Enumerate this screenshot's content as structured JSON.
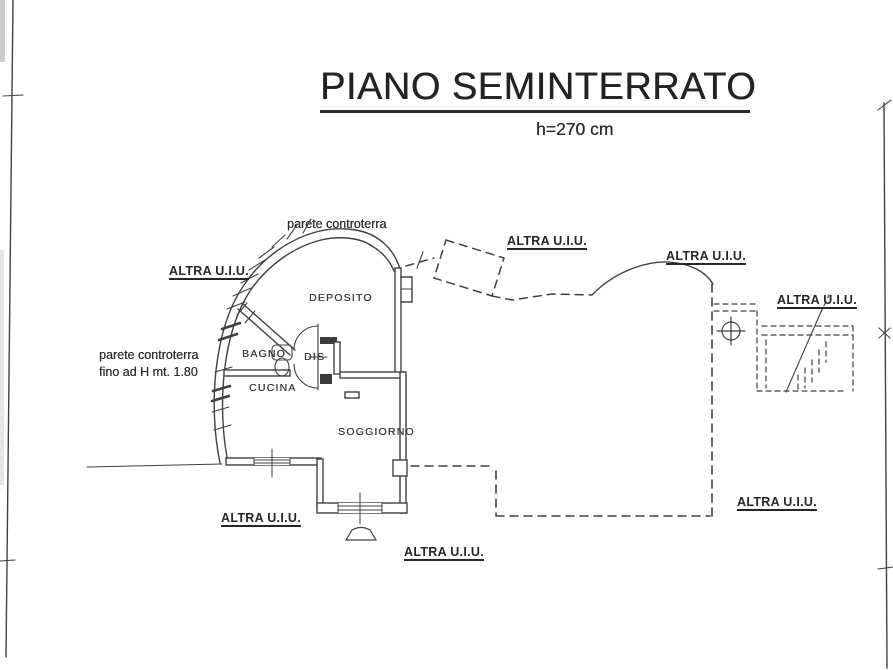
{
  "document": {
    "title": "PIANO SEMINTERRATO",
    "subtitle": "h=270 cm"
  },
  "annotations": {
    "top_wall_note": "parete controterra",
    "left_wall_note_line1": "parete controterra",
    "left_wall_note_line2": "fino ad H mt. 1.80"
  },
  "rooms": {
    "deposito": "DEPOSITO",
    "bagno": "BAGNO",
    "dis": "DIS",
    "cucina": "CUCINA",
    "soggiorno": "SOGGIORNO"
  },
  "adjacent_units": [
    {
      "position": "left",
      "text": "ALTRA U.I.U."
    },
    {
      "position": "top-center",
      "text": "ALTRA U.I.U."
    },
    {
      "position": "top-right",
      "text": "ALTRA U.I.U."
    },
    {
      "position": "right",
      "text": "ALTRA U.I.U."
    },
    {
      "position": "bottom-left",
      "text": "ALTRA U.I.U."
    },
    {
      "position": "bottom-center",
      "text": "ALTRA U.I.U."
    },
    {
      "position": "bottom-right",
      "text": "ALTRA U.I.U."
    }
  ],
  "colors": {
    "ink": "#3f3f3f",
    "paper": "#ffffff"
  }
}
